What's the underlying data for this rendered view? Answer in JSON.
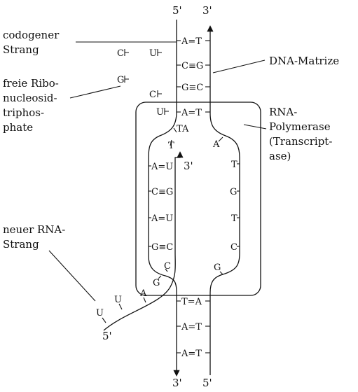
{
  "labels": {
    "codogener": [
      "codogener",
      "Strang"
    ],
    "freie": [
      "freie Ribo-",
      "nucleosid-",
      "triphos-",
      "phate"
    ],
    "matrize": "DNA-Matrize",
    "polymerase": [
      "RNA-",
      "Polymerase",
      "(Transcript-",
      "ase)"
    ],
    "neuer": [
      "neuer RNA-",
      "Strang"
    ]
  },
  "ends": {
    "top_left": "5'",
    "top_right": "3'",
    "bottom_left": "3'",
    "bottom_right": "5'",
    "rna_5": "5'",
    "rna_3": "3'"
  },
  "top_pairs": [
    "A=T",
    "C≡G",
    "G≡C",
    "A=T"
  ],
  "bottom_pairs": [
    "T=A",
    "A=T",
    "A=T"
  ],
  "bubble_pairs": [
    "A=U",
    "C≡G",
    "A=U",
    "G≡C"
  ],
  "bubble_left_bases": [
    "T",
    "C",
    "G"
  ],
  "bubble_right_bases": [
    "A",
    "T",
    "G",
    "T",
    "C",
    "G"
  ],
  "tail_bases": [
    "A",
    "U",
    "U"
  ],
  "free_nucleotides": [
    "C",
    "U",
    "G",
    "C",
    "U"
  ]
}
